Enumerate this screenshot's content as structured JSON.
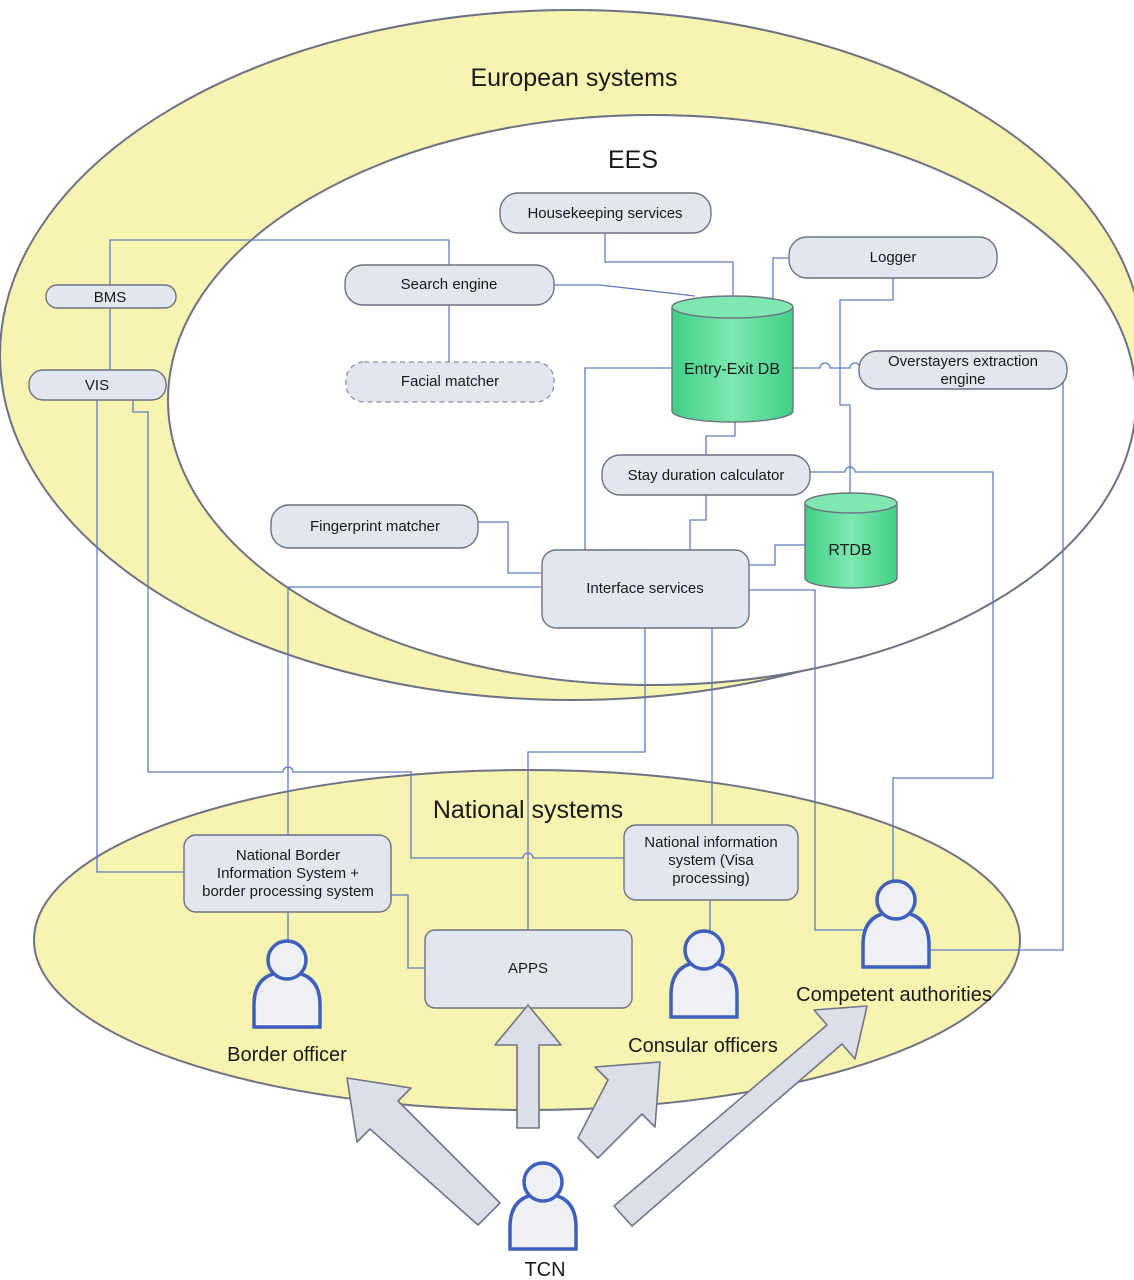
{
  "regions": {
    "european": "European systems",
    "ees": "EES",
    "national": "National systems"
  },
  "components": {
    "housekeeping": "Housekeeping services",
    "logger": "Logger",
    "search_engine": "Search engine",
    "facial_matcher": "Facial matcher",
    "bms": "BMS",
    "vis": "VIS",
    "entry_exit_db": "Entry-Exit DB",
    "overstayers_line1": "Overstayers extraction",
    "overstayers_line2": "engine",
    "stay_duration": "Stay duration calculator",
    "fingerprint": "Fingerprint matcher",
    "rtdb": "RTDB",
    "interface_services": "Interface services",
    "nbis_line1": "National Border",
    "nbis_line2": "Information System +",
    "nbis_line3": "border processing system",
    "nis_line1": "National information",
    "nis_line2": "system (Visa",
    "nis_line3": "processing)",
    "apps": "APPS"
  },
  "actors": {
    "border_officer": "Border officer",
    "consular_officers": "Consular officers",
    "competent_authorities": "Competent authorities",
    "tcn": "TCN"
  },
  "colors": {
    "region_fill": "#f6f4b0",
    "box_fill": "#e2e6ef",
    "db_fill": "#5fd89a",
    "link": "#5f7bc2",
    "person_outline": "#3f5fbd"
  }
}
